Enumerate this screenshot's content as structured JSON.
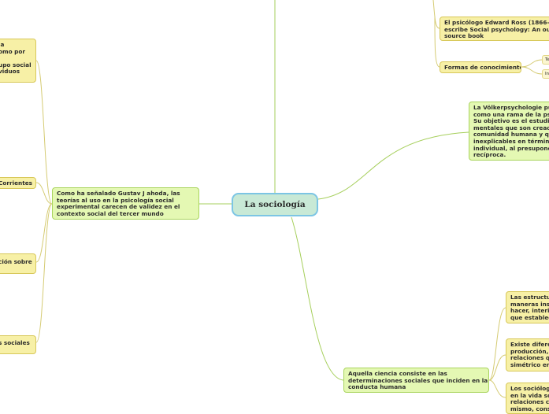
{
  "central": {
    "label": "La sociología"
  },
  "left": {
    "main": {
      "lines": [
        "Como ha señalado Gustav J ahoda, las",
        "teorías al uso en la psicología social",
        "experimental carecen de validez en el",
        "contexto social del tercer mundo"
      ]
    },
    "branch1": {
      "lines": [
        "la",
        "omo por",
        "l",
        "upo social",
        "viduos"
      ]
    },
    "branch2": {
      "lines": [
        "Corrientes"
      ]
    },
    "branch3": {
      "lines": [
        "ción sobre"
      ]
    },
    "branch4": {
      "lines": [
        "s sociales"
      ]
    }
  },
  "right": {
    "ross": {
      "lines": [
        "El psicólogo Edward Ross (1866-1",
        "escribe Social psychology: An outl",
        "source book"
      ]
    },
    "formas": {
      "lines": [
        "Formas de conocimiento"
      ]
    },
    "formas_children": [
      {
        "label": "Te"
      },
      {
        "label": "In"
      }
    ],
    "volker": {
      "lines": [
        "La Völkerpsychologie pue",
        "como una rama de la psic",
        " Su objetivo es el estudio",
        "mentales que son creado",
        "comunidad humana y que",
        "inexplicables en término",
        "individual, al presupone",
        "recíproca."
      ]
    },
    "aquella": {
      "lines": [
        "Aquella ciencia consiste en las",
        "determinaciones sociales que inciden en la",
        "conducta humana"
      ]
    },
    "estructuras": {
      "lines": [
        "Las estructu",
        "maneras inst",
        "hacer, interio",
        "que establec"
      ]
    },
    "existe": {
      "lines": [
        "Existe diferen",
        "producción,",
        "relaciones qu",
        "simétrico ent"
      ]
    },
    "sociologos": {
      "lines": [
        "Los sociólogo",
        "en la vida so",
        "relaciones co",
        "mismo, cons"
      ]
    }
  }
}
